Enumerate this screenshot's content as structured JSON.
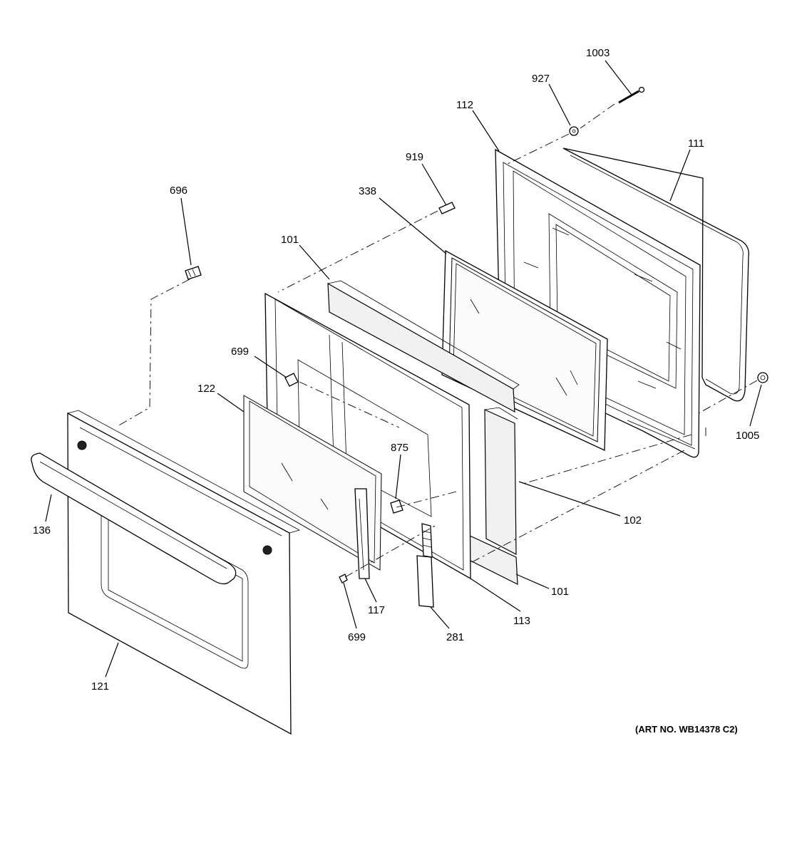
{
  "callouts": {
    "c1003": "1003",
    "c927": "927",
    "c112": "112",
    "c111": "111",
    "c919": "919",
    "c338": "338",
    "c696": "696",
    "c101_top": "101",
    "c699_top": "699",
    "c122": "122",
    "c875": "875",
    "c1005": "1005",
    "c102": "102",
    "c136": "136",
    "c117": "117",
    "c101_bottom": "101",
    "c113": "113",
    "c699_bottom": "699",
    "c281": "281",
    "c121": "121"
  },
  "art_number": "(ART NO. WB14378 C2)"
}
